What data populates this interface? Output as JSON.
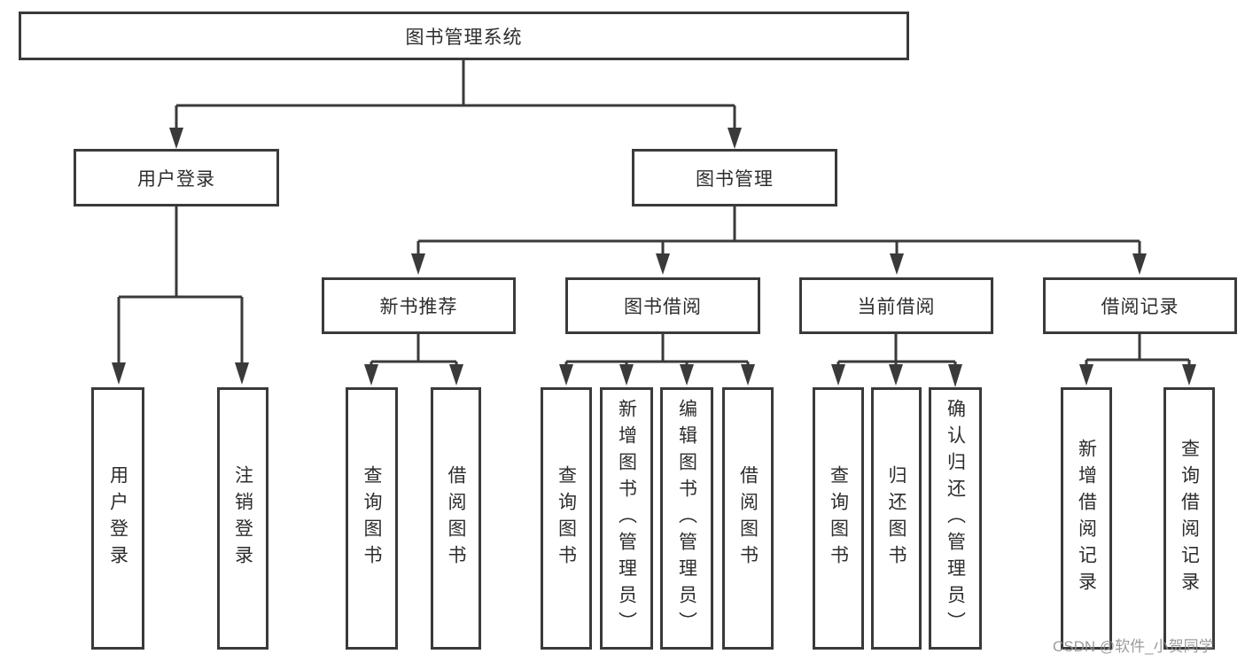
{
  "tree": {
    "label": "图书管理系统",
    "children": [
      {
        "label": "用户登录",
        "children": [
          {
            "label": "用户登录"
          },
          {
            "label": "注销登录"
          }
        ]
      },
      {
        "label": "图书管理",
        "children": [
          {
            "label": "新书推荐",
            "children": [
              {
                "label": "查询图书"
              },
              {
                "label": "借阅图书"
              }
            ]
          },
          {
            "label": "图书借阅",
            "children": [
              {
                "label": "查询图书"
              },
              {
                "label": "新增图书（管理员）"
              },
              {
                "label": "编辑图书（管理员）"
              },
              {
                "label": "借阅图书"
              }
            ]
          },
          {
            "label": "当前借阅",
            "children": [
              {
                "label": "查询图书"
              },
              {
                "label": "归还图书"
              },
              {
                "label": "确认归还（管理员）"
              }
            ]
          },
          {
            "label": "借阅记录",
            "children": [
              {
                "label": "新增借阅记录"
              },
              {
                "label": "查询借阅记录"
              }
            ]
          }
        ]
      }
    ]
  },
  "watermark": {
    "text": "CSDN @软件_小贺同学"
  },
  "colors": {
    "line": "#3a3a3a",
    "text": "#2d2d2d",
    "box_background": "#ffffff",
    "watermark": "#949494"
  }
}
